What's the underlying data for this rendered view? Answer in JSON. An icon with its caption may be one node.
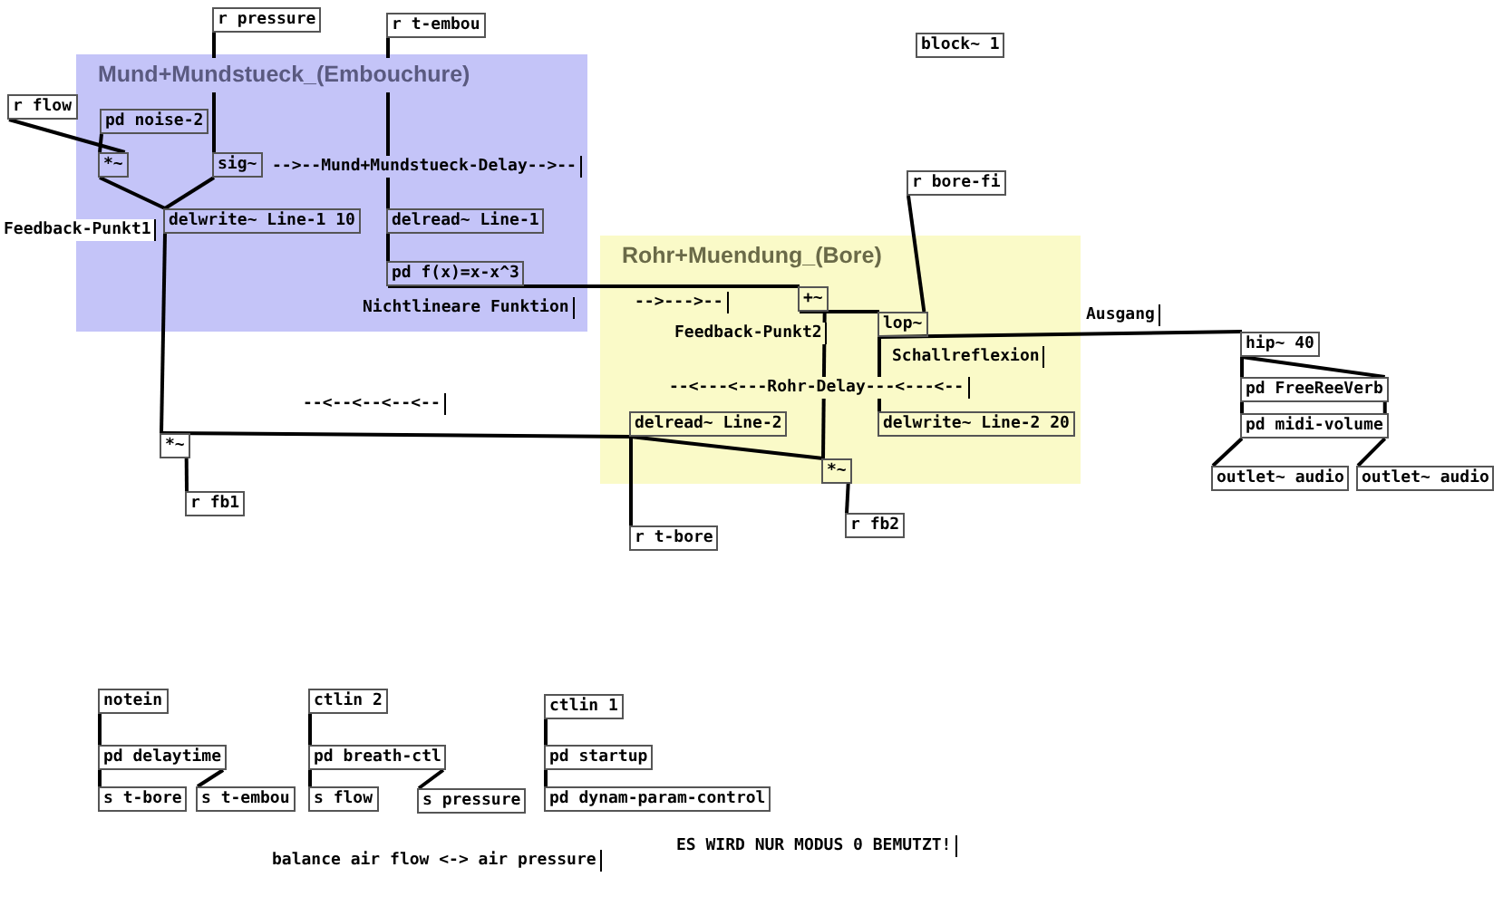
{
  "diagram": {
    "nodes": [
      {
        "text": [
          "Mund+Mundstueck_(Embouchure)"
        ]
      },
      {
        "text": [
          "Rohr+Muendung_(Bore)"
        ]
      },
      {
        "text": [
          "r pressure"
        ]
      },
      {
        "text": [
          "r t-embou"
        ]
      },
      {
        "text": [
          "block~ 1"
        ]
      },
      {
        "text": [
          "r flow"
        ]
      },
      {
        "text": [
          "pd noise-2"
        ],
        "in": 0
      },
      {
        "text": [
          "*~"
        ],
        "in": 0
      },
      {
        "text": [
          "sig~"
        ],
        "in": 0
      },
      {
        "text": [
          "delwrite~ Line-1 10"
        ],
        "in": 0
      },
      {
        "text": [
          "delread~ Line-1"
        ],
        "in": 0
      },
      {
        "text": [
          "pd f(x)=x-x^3"
        ],
        "in": 0
      },
      {
        "text": [
          "r bore-fi"
        ]
      },
      {
        "text": [
          "+~"
        ],
        "in": 1
      },
      {
        "text": [
          "lop~"
        ],
        "in": 1
      },
      {
        "text": [
          "delwrite~ Line-2 20"
        ],
        "in": 1
      },
      {
        "text": [
          "delread~ Line-2"
        ],
        "in": 1
      },
      {
        "text": [
          "*~"
        ],
        "in": 1
      },
      {
        "text": [
          "*~"
        ]
      },
      {
        "text": [
          "r fb1"
        ]
      },
      {
        "text": [
          "r t-bore"
        ]
      },
      {
        "text": [
          "r fb2"
        ]
      },
      {
        "text": [
          "hip~ 40"
        ]
      },
      {
        "text": [
          "pd FreeReeVerb"
        ]
      },
      {
        "text": [
          "pd midi-volume"
        ]
      },
      {
        "text": [
          "outlet~ audio"
        ]
      },
      {
        "text": [
          "outlet~ audio"
        ]
      },
      {
        "text": [
          "notein"
        ]
      },
      {
        "text": [
          "pd delaytime"
        ]
      },
      {
        "text": [
          "s t-bore"
        ]
      },
      {
        "text": [
          "s t-embou"
        ]
      },
      {
        "text": [
          "ctlin 2"
        ]
      },
      {
        "text": [
          "pd breath-ctl"
        ]
      },
      {
        "text": [
          "s flow"
        ]
      },
      {
        "text": [
          "s pressure"
        ]
      },
      {
        "text": [
          "ctlin 1"
        ]
      },
      {
        "text": [
          "pd startup"
        ]
      },
      {
        "text": [
          "pd dynam-param-control"
        ]
      }
    ],
    "edges": [
      {
        "from": 5,
        "to": 7,
        "arrow": "none"
      },
      {
        "from": 6,
        "to": 7,
        "arrow": "none"
      },
      {
        "from": 2,
        "to": 8,
        "arrow": "none"
      },
      {
        "from": 7,
        "to": 9,
        "arrow": "none"
      },
      {
        "from": 8,
        "to": 9,
        "arrow": "none"
      },
      {
        "from": 3,
        "to": 10,
        "arrow": "none"
      },
      {
        "from": 10,
        "to": 11,
        "arrow": "none"
      },
      {
        "from": 11,
        "to": 13,
        "arrow": "none"
      },
      {
        "from": 13,
        "to": 14,
        "arrow": "none"
      },
      {
        "from": 12,
        "to": 14,
        "arrow": "none"
      },
      {
        "from": 14,
        "to": 15,
        "arrow": "none"
      },
      {
        "from": 14,
        "to": 22,
        "arrow": "none"
      },
      {
        "from": 16,
        "to": 17,
        "arrow": "none"
      },
      {
        "from": 16,
        "to": 18,
        "arrow": "none"
      },
      {
        "from": 18,
        "to": 9,
        "arrow": "none"
      },
      {
        "from": 19,
        "to": 18,
        "arrow": "none"
      },
      {
        "from": 17,
        "to": 13,
        "arrow": "none"
      },
      {
        "from": 21,
        "to": 17,
        "arrow": "none"
      },
      {
        "from": 20,
        "to": 16,
        "arrow": "none"
      },
      {
        "from": 22,
        "to": 23,
        "arrow": "none"
      },
      {
        "from": 22,
        "to": 23,
        "arrow": "none"
      },
      {
        "from": 23,
        "to": 24,
        "arrow": "none"
      },
      {
        "from": 23,
        "to": 24,
        "arrow": "none"
      },
      {
        "from": 24,
        "to": 25,
        "arrow": "none"
      },
      {
        "from": 24,
        "to": 26,
        "arrow": "none"
      },
      {
        "from": 27,
        "to": 28,
        "arrow": "none"
      },
      {
        "from": 28,
        "to": 29,
        "arrow": "none"
      },
      {
        "from": 28,
        "to": 30,
        "arrow": "none"
      },
      {
        "from": 31,
        "to": 32,
        "arrow": "none"
      },
      {
        "from": 32,
        "to": 33,
        "arrow": "none"
      },
      {
        "from": 32,
        "to": 34,
        "arrow": "none"
      },
      {
        "from": 35,
        "to": 36,
        "arrow": "none"
      },
      {
        "from": 36,
        "to": 37,
        "arrow": "none"
      }
    ],
    "labels": [
      "-->--Mund+Mundstueck-Delay-->--",
      "Feedback-Punkt1",
      "Nichtlineare Funktion",
      "-->--->--",
      "Feedback-Punkt2",
      "Schallreflexion",
      "--<---<---Rohr-Delay---<---<--",
      "Ausgang",
      "--<--<--<--<--",
      "ES WIRD NUR MODUS 0 BEMUTZT!",
      "balance air flow <-> air pressure"
    ]
  }
}
